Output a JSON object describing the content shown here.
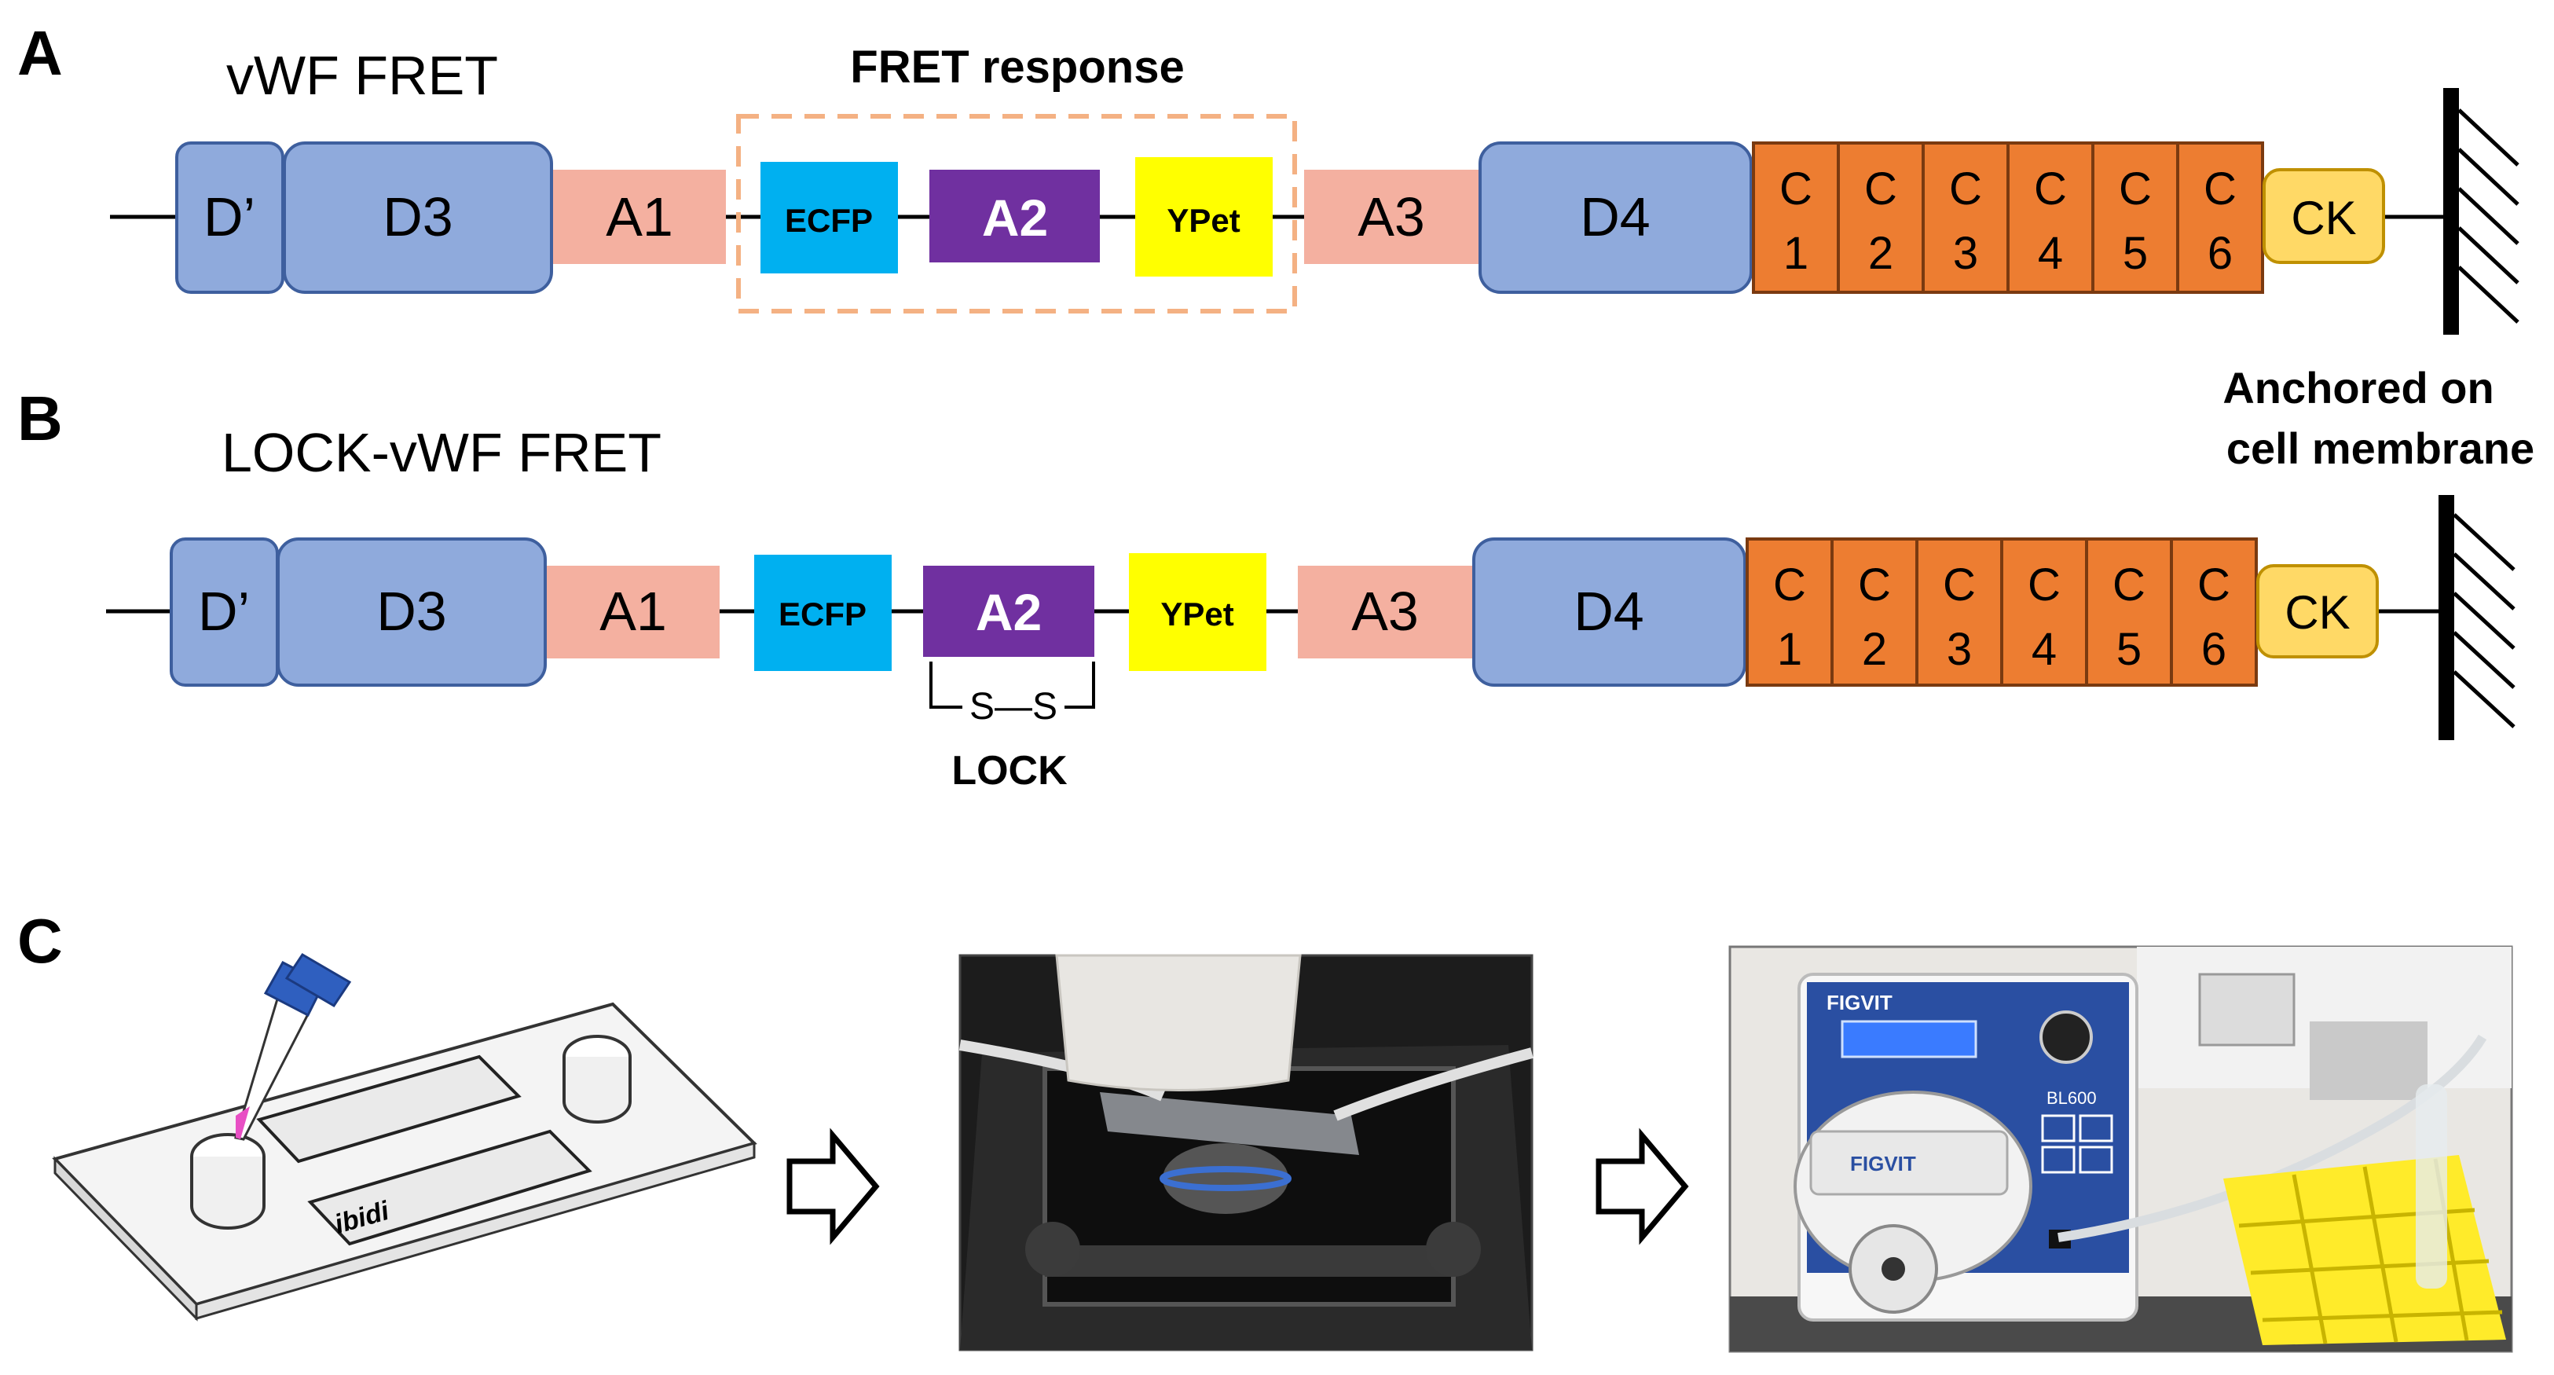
{
  "panels": {
    "a": {
      "letter": "A",
      "title": "vWF FRET",
      "fret_label": "FRET response",
      "domains": {
        "dprime": "D’",
        "d3": "D3",
        "a1": "A1",
        "ecfp": "ECFP",
        "a2": "A2",
        "ypet": "YPet",
        "a3": "A3",
        "d4": "D4",
        "ck": "CK"
      },
      "c_domains": [
        {
          "c": "C",
          "n": "1"
        },
        {
          "c": "C",
          "n": "2"
        },
        {
          "c": "C",
          "n": "3"
        },
        {
          "c": "C",
          "n": "4"
        },
        {
          "c": "C",
          "n": "5"
        },
        {
          "c": "C",
          "n": "6"
        }
      ]
    },
    "b": {
      "letter": "B",
      "title": "LOCK-vWF FRET",
      "anchor_line1": "Anchored on",
      "anchor_line2": "cell membrane",
      "lock_label": "LOCK",
      "disulfide": "S—S",
      "domains": {
        "dprime": "D’",
        "d3": "D3",
        "a1": "A1",
        "ecfp": "ECFP",
        "a2": "A2",
        "ypet": "YPet",
        "a3": "A3",
        "d4": "D4",
        "ck": "CK"
      },
      "c_domains": [
        {
          "c": "C",
          "n": "1"
        },
        {
          "c": "C",
          "n": "2"
        },
        {
          "c": "C",
          "n": "3"
        },
        {
          "c": "C",
          "n": "4"
        },
        {
          "c": "C",
          "n": "5"
        },
        {
          "c": "C",
          "n": "6"
        }
      ]
    },
    "c": {
      "letter": "C",
      "slide_brand": "ibidi",
      "pump_brand": "FIGVIT",
      "pump_model": "BL600",
      "pump_head_brand": "FIGVIT"
    }
  },
  "colors": {
    "d_blue": "#8FAADC",
    "d_blue_stroke": "#3E5F9E",
    "a_salmon": "#F4B0A0",
    "ecfp": "#00B0F0",
    "a2_purple": "#7030A0",
    "ypet": "#FFFF00",
    "c_orange": "#ED7D31",
    "c_stroke": "#7A3A10",
    "ck": "#FFD966",
    "fret_box": "#F4B183"
  }
}
